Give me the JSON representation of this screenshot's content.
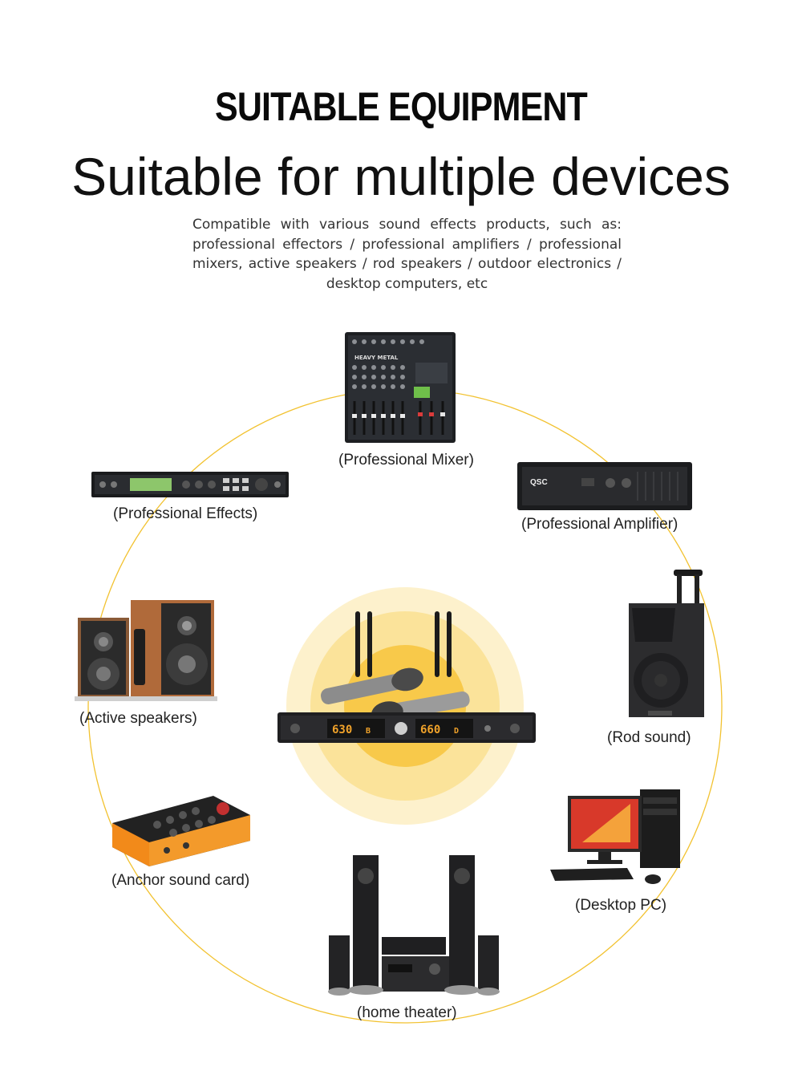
{
  "header": {
    "title": "SUITABLE EQUIPMENT",
    "subtitle": "Suitable for multiple devices",
    "description": "Compatible with various sound effects products, such as: professional effectors / professional amplifiers / professional mixers, active speakers / rod speakers / outdoor electronics / desktop computers, etc"
  },
  "devices": {
    "mixer": {
      "label": "(Professional Mixer)",
      "icon": "mixer-icon"
    },
    "effects": {
      "label": "(Professional Effects)",
      "icon": "effects-processor-icon"
    },
    "amplifier": {
      "label": "(Professional Amplifier)",
      "icon": "amplifier-icon",
      "brand": "QSC"
    },
    "active_speakers": {
      "label": "(Active speakers)",
      "icon": "bookshelf-speakers-icon"
    },
    "rod_sound": {
      "label": "(Rod sound)",
      "icon": "trolley-speaker-icon"
    },
    "sound_card": {
      "label": "(Anchor sound card)",
      "icon": "sound-card-icon"
    },
    "desktop_pc": {
      "label": "(Desktop PC)",
      "icon": "desktop-pc-icon"
    },
    "home_theater": {
      "label": "(home theater)",
      "icon": "home-theater-icon"
    }
  },
  "center": {
    "icon": "wireless-microphone-receiver-icon",
    "display_a": "630",
    "display_a_ch": "B",
    "display_b": "660",
    "display_b_ch": "D"
  },
  "colors": {
    "accent": "#f2c230",
    "glow_outer": "#fdf1cc",
    "glow_mid": "#fbe39a",
    "glow_inner": "#f8c94a"
  }
}
